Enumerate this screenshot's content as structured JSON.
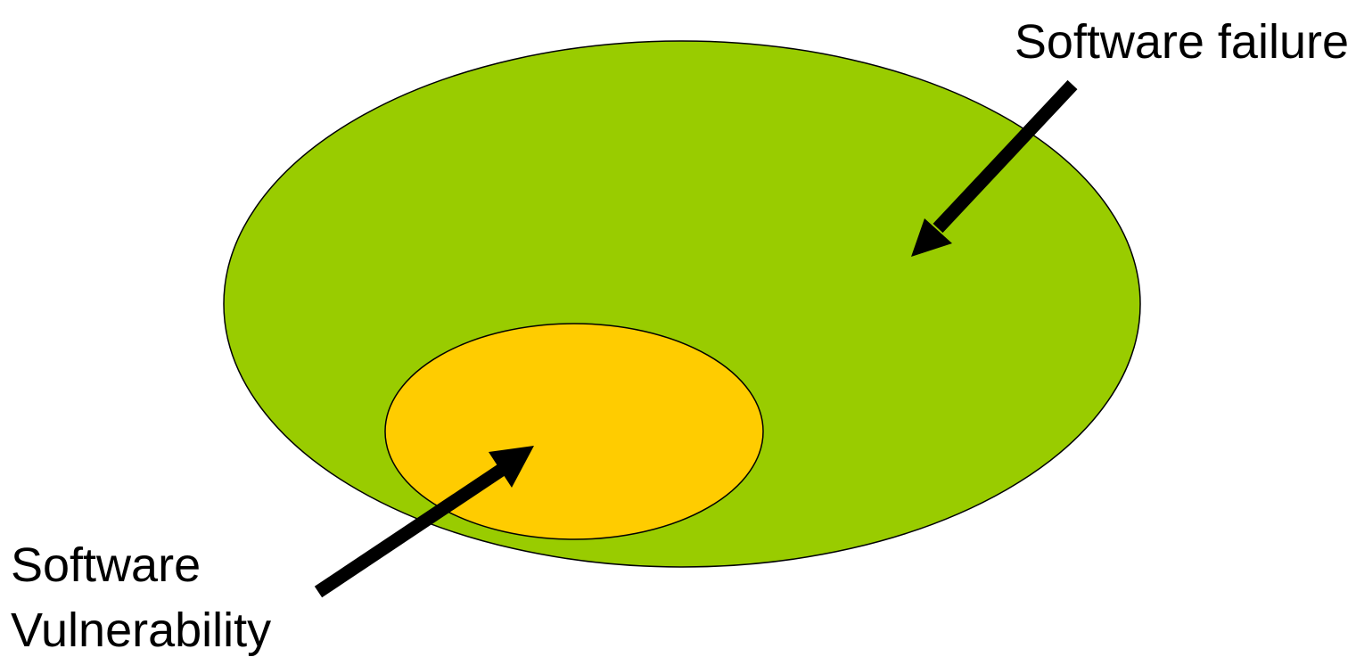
{
  "labels": {
    "outer": "Software failure",
    "inner_line1": "Software",
    "inner_line2": "Vulnerability"
  },
  "colors": {
    "outer_fill": "#99CC00",
    "inner_fill": "#FFCC00",
    "stroke": "#000000",
    "arrow": "#000000",
    "text": "#000000"
  }
}
